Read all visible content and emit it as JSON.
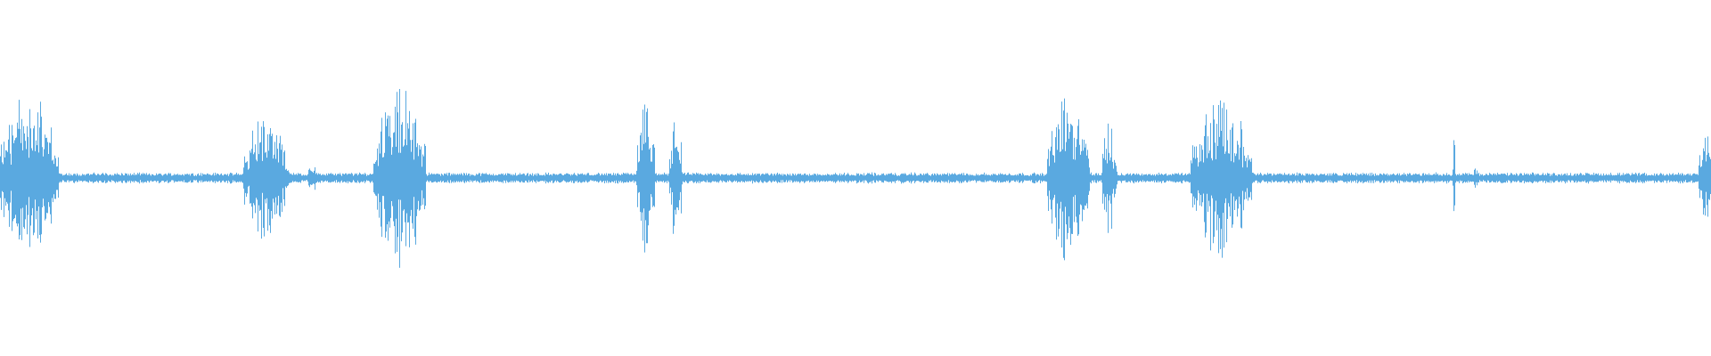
{
  "waveform": {
    "color": "#5aa9e0",
    "background": "#ffffff",
    "noise_floor": 0.04,
    "bursts": [
      {
        "start": 0.0,
        "end": 0.034,
        "peak": 0.62
      },
      {
        "start": 0.142,
        "end": 0.169,
        "peak": 0.46
      },
      {
        "start": 0.18,
        "end": 0.185,
        "peak": 0.14
      },
      {
        "start": 0.218,
        "end": 0.249,
        "peak": 0.66
      },
      {
        "start": 0.372,
        "end": 0.383,
        "peak": 0.55
      },
      {
        "start": 0.391,
        "end": 0.399,
        "peak": 0.45
      },
      {
        "start": 0.508,
        "end": 0.51,
        "peak": 0.06
      },
      {
        "start": 0.612,
        "end": 0.637,
        "peak": 0.62
      },
      {
        "start": 0.644,
        "end": 0.653,
        "peak": 0.4
      },
      {
        "start": 0.696,
        "end": 0.732,
        "peak": 0.57
      },
      {
        "start": 0.849,
        "end": 0.851,
        "peak": 0.3
      },
      {
        "start": 0.861,
        "end": 0.864,
        "peak": 0.12
      },
      {
        "start": 0.993,
        "end": 1.0,
        "peak": 0.38
      }
    ]
  }
}
